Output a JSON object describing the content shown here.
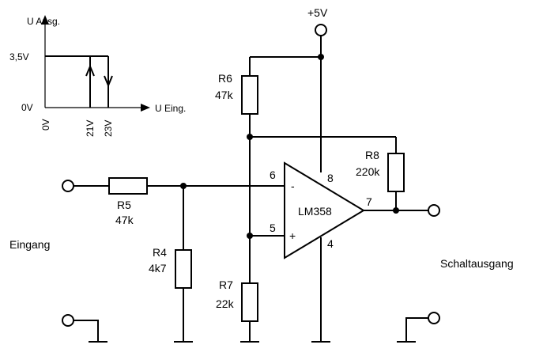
{
  "graph": {
    "y_axis_label": "U Ausg.",
    "x_axis_label": "U Eing.",
    "y_tick_high": "3,5V",
    "y_tick_zero": "0V",
    "x_tick_0": "0V",
    "x_tick_21": "21V",
    "x_tick_23": "23V"
  },
  "circuit": {
    "supply_label": "+5V",
    "r6_name": "R6",
    "r6_value": "47k",
    "r5_name": "R5",
    "r5_value": "47k",
    "r4_name": "R4",
    "r4_value": "4k7",
    "r7_name": "R7",
    "r7_value": "22k",
    "r8_name": "R8",
    "r8_value": "220k",
    "opamp_name": "LM358",
    "pin_inv": "6",
    "pin_noninv": "5",
    "pin_out": "7",
    "pin_vcc": "8",
    "pin_gnd": "4",
    "minus_sign": "-",
    "plus_sign": "+",
    "input_label": "Eingang",
    "output_label": "Schaltausgang"
  }
}
